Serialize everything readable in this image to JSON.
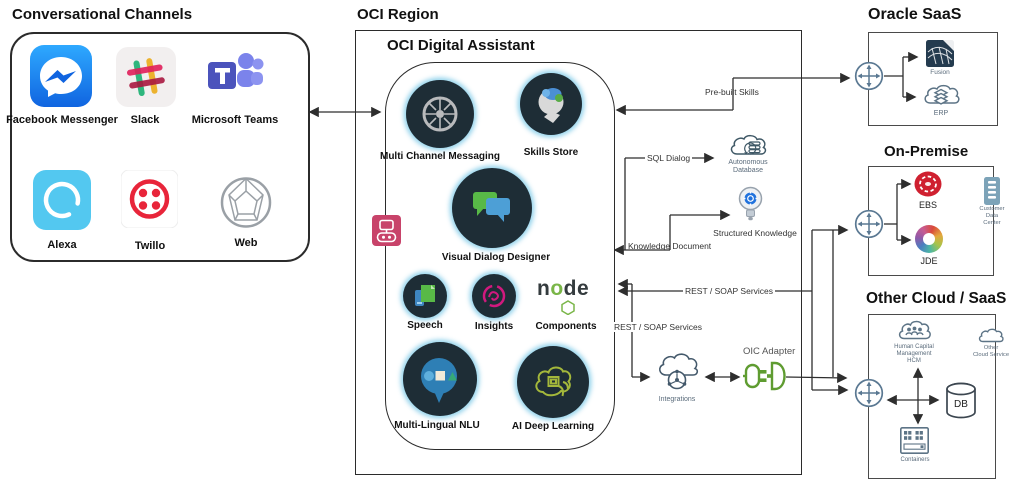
{
  "colors": {
    "da_circle": "#1e2d36",
    "glow_blue": "#84cde9",
    "oda_pink": "#c8436a",
    "node_green": "#7ab648",
    "oic_green": "#5f9c31",
    "router_blue": "#5a7892",
    "ebs_red": "#cf2030",
    "line": "#2e2e2e"
  },
  "conversational_channels": {
    "title": "Conversational Channels",
    "channels": [
      "Facebook Messenger",
      "Slack",
      "Microsoft Teams",
      "Alexa",
      "Twillo",
      "Web"
    ]
  },
  "oci_region": {
    "title": "OCI Region"
  },
  "digital_assistant": {
    "title": "OCI Digital Assistant",
    "modules": [
      "Multi Channel Messaging",
      "Skills Store",
      "Visual Dialog Designer",
      "Speech",
      "Insights",
      "Components",
      "Multi-Lingual NLU",
      "AI Deep Learning"
    ],
    "node_logo": {
      "n": "n",
      "o": "o",
      "de": "de"
    }
  },
  "flows": {
    "pre_built_skills": "Pre-built Skills",
    "sql_dialog": "SQL Dialog",
    "knowledge_document": "Knowledge Document",
    "rest_soap_services_a": "REST / SOAP Services",
    "rest_soap_services_b": "REST / SOAP Services"
  },
  "middleware": {
    "autonomous_database": "Autonomous\nDatabase",
    "structured_knowledge": "Structured Knowledge",
    "integrations": "Integrations",
    "oic_adapter": "OIC Adapter"
  },
  "oracle_saas": {
    "title": "Oracle SaaS",
    "fusion": "Fusion",
    "erp": "ERP"
  },
  "on_premise": {
    "title": "On-Premise",
    "ebs": "EBS",
    "jde": "JDE",
    "customer_data_center": "Customer\nData\nCenter"
  },
  "other_cloud": {
    "title": "Other Cloud / SaaS",
    "hcm": "Human Capital\nManagement\nHCM",
    "other_cloud_service": "Other\nCloud Service",
    "db": "DB",
    "containers": "Containers"
  }
}
